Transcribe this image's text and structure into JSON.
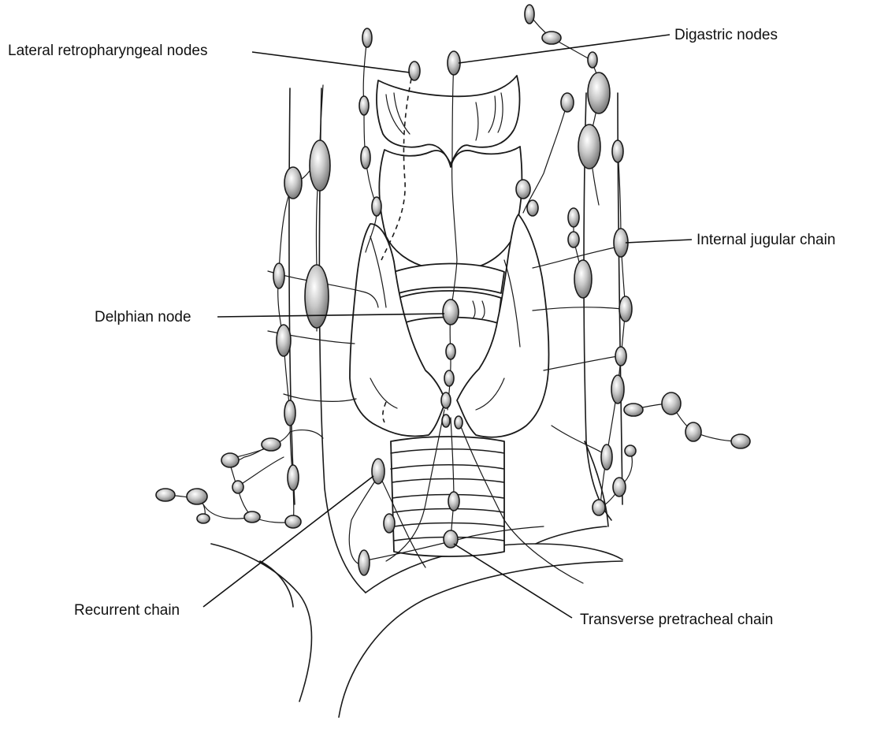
{
  "labels": {
    "lateral_retropharyngeal": "Lateral retropharyngeal nodes",
    "digastric": "Digastric nodes",
    "internal_jugular": "Internal jugular chain",
    "delphian": "Delphian node",
    "recurrent": "Recurrent chain",
    "transverse_pretracheal": "Transverse pretracheal chain"
  },
  "colors": {
    "line": "#1a1a1a",
    "node_fill": "#bdbdbd",
    "background": "#ffffff"
  }
}
